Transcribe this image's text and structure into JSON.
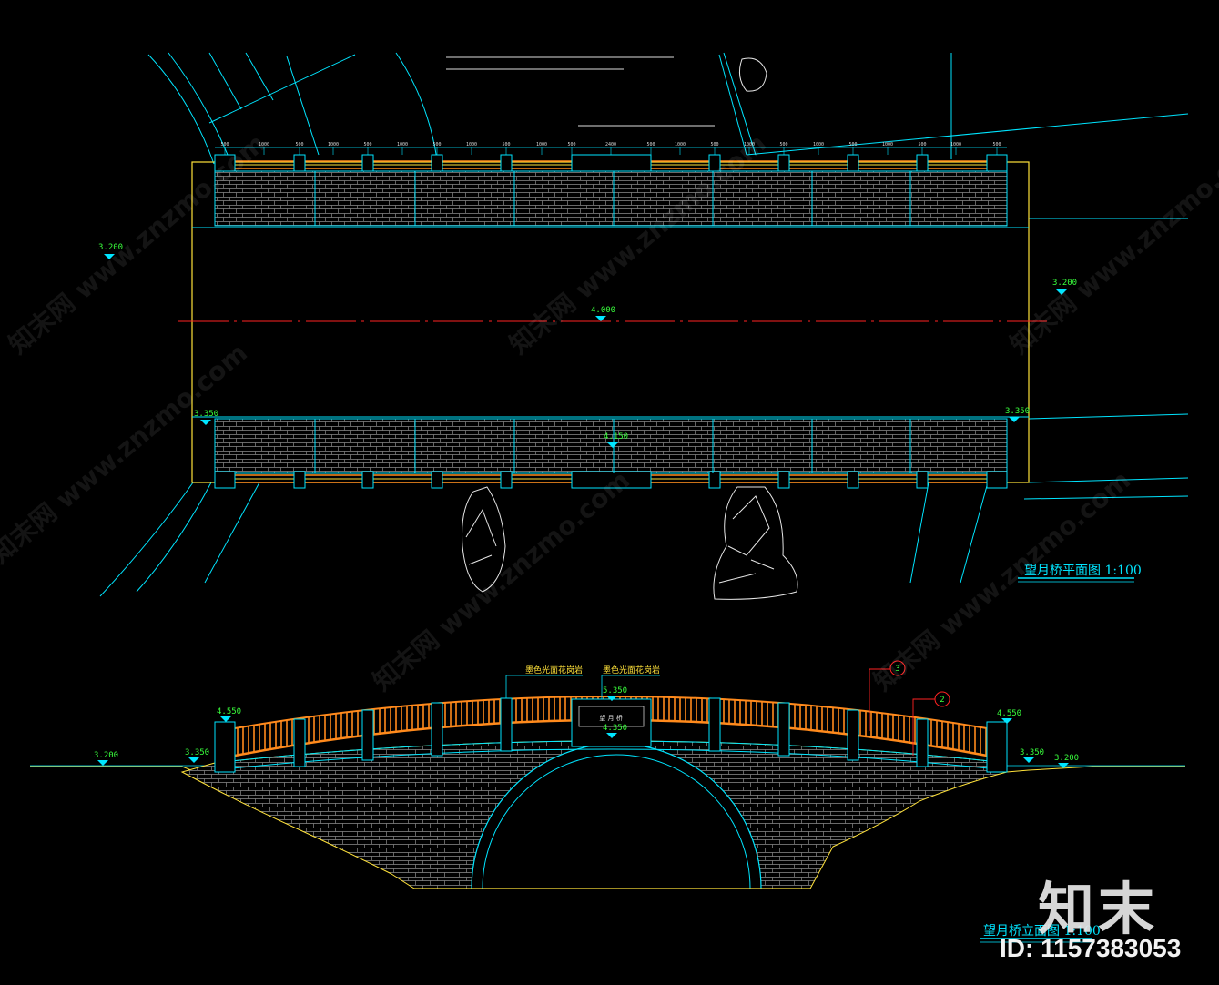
{
  "plan": {
    "title": "望月桥平面图 1:100",
    "elevations": {
      "left_bank": "3.200",
      "right_bank": "3.200",
      "center": "4.000",
      "deck_left": "3.350",
      "deck_right": "3.350",
      "deck_mid": "4.150"
    },
    "dimensions": [
      "500",
      "1000",
      "500",
      "1000",
      "500",
      "1000",
      "500",
      "1000",
      "500",
      "1000",
      "500",
      "2400",
      "500",
      "1000",
      "500",
      "1000",
      "500",
      "1000",
      "500",
      "1000",
      "500",
      "1000",
      "500"
    ]
  },
  "elevation": {
    "title": "望月桥立面图 1:100",
    "callout_left": "墨色光面花岗岩",
    "callout_right": "墨色光面花岗岩",
    "plaque_text": "望 月 桥",
    "elevations": {
      "top_center": "5.350",
      "plaque": "4.350",
      "left_post": "4.550",
      "right_post": "4.550",
      "left_ground": "3.200",
      "left_deck_end": "3.350",
      "right_deck_end": "3.350",
      "right_ground": "3.200"
    },
    "markers": [
      "3",
      "2"
    ]
  },
  "watermark": {
    "text": "知末网 www.znzmo.com",
    "brand": "知末",
    "id": "ID: 1157383053"
  },
  "colors": {
    "cyan": "#00e5ff",
    "yellow": "#ffe23a",
    "orange": "#ff8a1c",
    "red": "#ff2222",
    "green": "#39ff3c",
    "brick": "#8c8c8c"
  }
}
